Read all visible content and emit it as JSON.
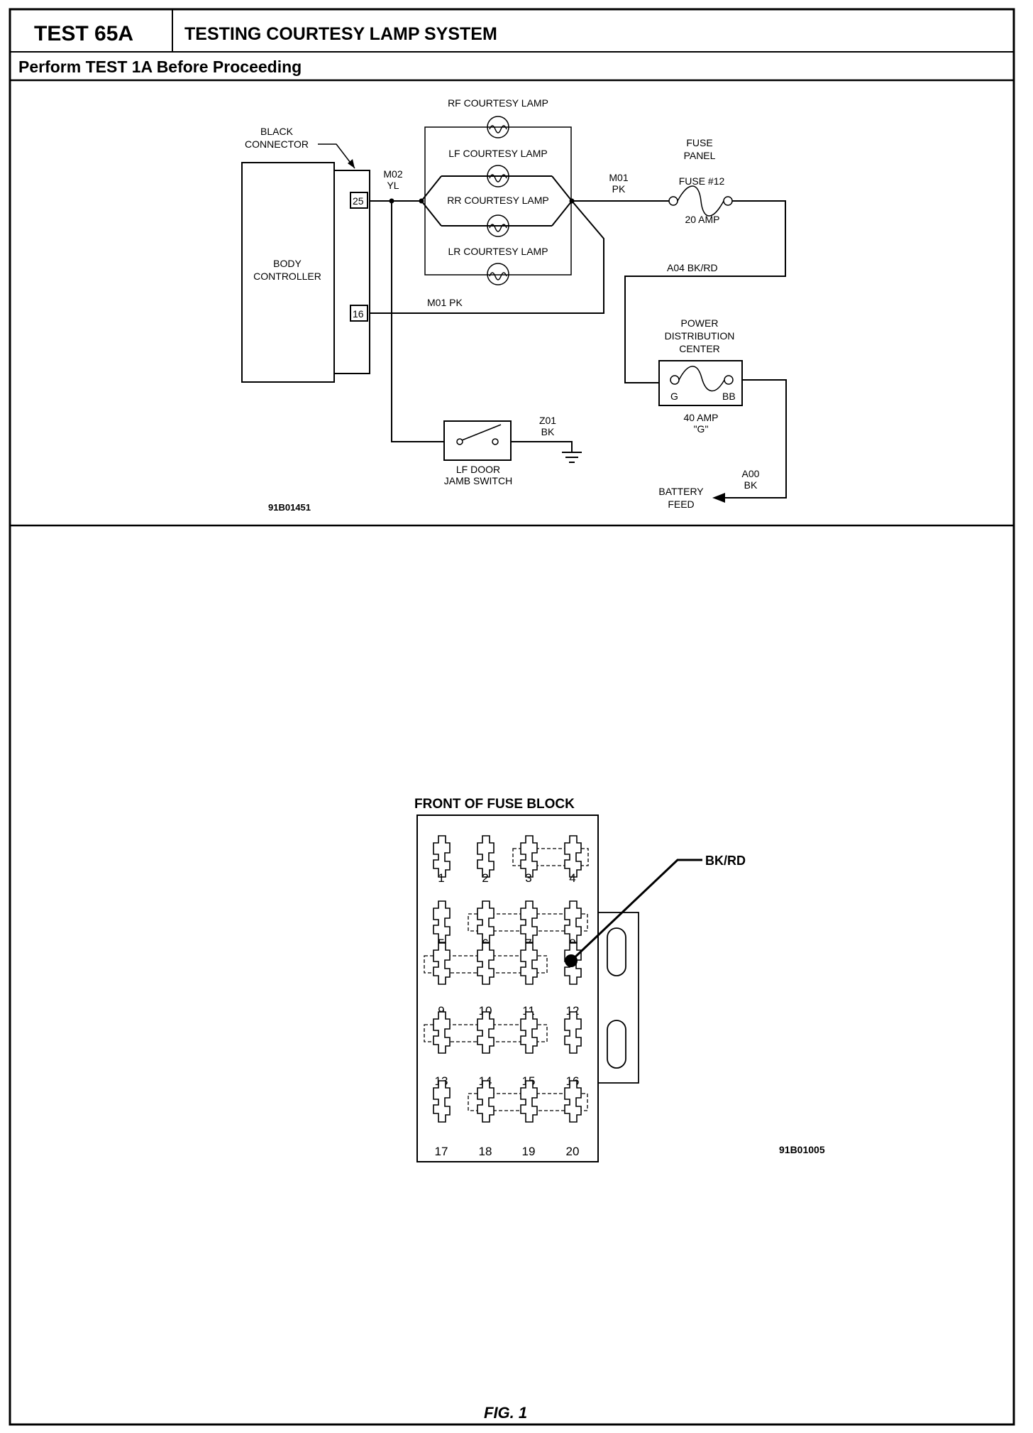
{
  "header": {
    "test_id": "TEST 65A",
    "title": "TESTING COURTESY LAMP SYSTEM",
    "subtitle": "Perform TEST 1A Before Proceeding"
  },
  "schematic": {
    "ref": "91B01451",
    "black_connector": [
      "BLACK",
      "CONNECTOR"
    ],
    "body_controller": [
      "BODY",
      "CONTROLLER"
    ],
    "pin_25": "25",
    "pin_16": "16",
    "m02_wire": [
      "M02",
      "YL"
    ],
    "m01_wire_top": [
      "M01",
      "PK"
    ],
    "m01_wire_bottom": "M01  PK",
    "lamps": [
      "RF COURTESY LAMP",
      "LF COURTESY LAMP",
      "RR COURTESY LAMP",
      "LR COURTESY LAMP"
    ],
    "fuse_panel": [
      "FUSE",
      "PANEL"
    ],
    "fuse_label": "FUSE #12",
    "fuse_rating": "20 AMP",
    "a04_wire": "A04  BK/RD",
    "pdc": [
      "POWER",
      "DISTRIBUTION",
      "CENTER"
    ],
    "pdc_g": "G",
    "pdc_bb": "BB",
    "pdc_rating": [
      "40 AMP",
      "\"G\""
    ],
    "door_switch": [
      "LF DOOR",
      "JAMB SWITCH"
    ],
    "z01_wire": [
      "Z01",
      "BK"
    ],
    "a00_wire": [
      "A00",
      "BK"
    ],
    "battery_feed": [
      "BATTERY",
      "FEED"
    ]
  },
  "fuse_block": {
    "title": "FRONT OF FUSE BLOCK",
    "callout": "BK/RD",
    "ref": "91B01005",
    "fuse_numbers": [
      "1",
      "2",
      "3",
      "4",
      "5",
      "6",
      "7",
      "8",
      "9",
      "10",
      "11",
      "12",
      "13",
      "14",
      "15",
      "16",
      "17",
      "18",
      "19",
      "20"
    ],
    "highlighted_fuse": "12"
  },
  "footer": {
    "figure_label": "FIG. 1"
  }
}
